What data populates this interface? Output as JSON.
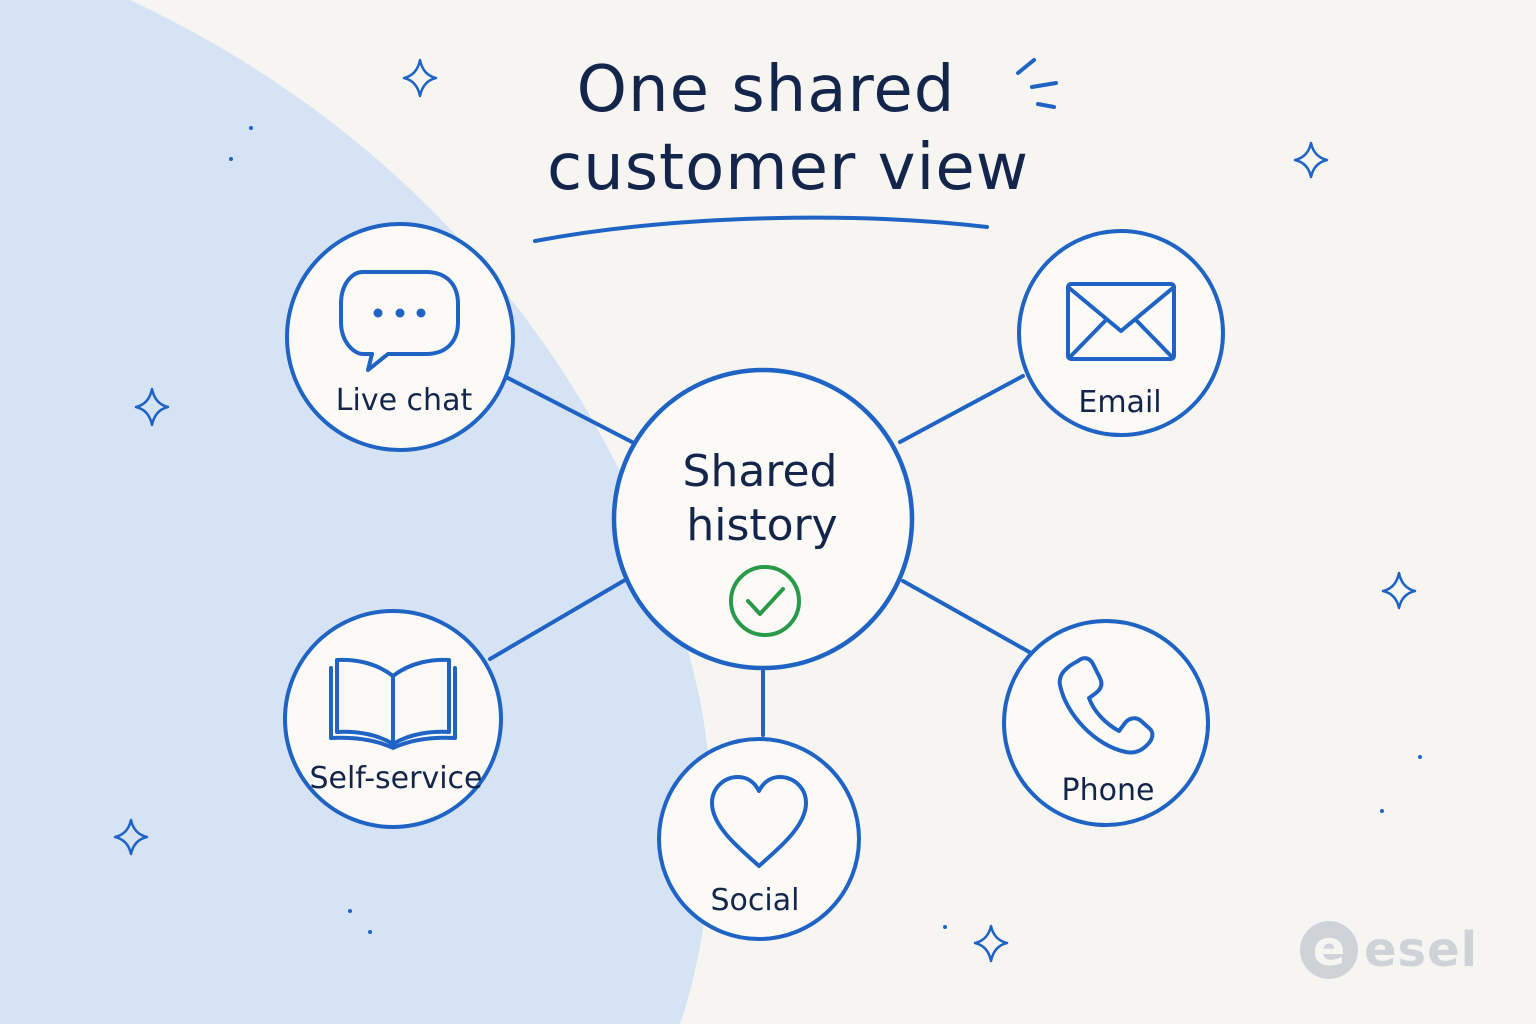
{
  "title": {
    "line1": "One shared",
    "line2": "customer view"
  },
  "hub": {
    "line1": "Shared",
    "line2": "history",
    "icon": "check-circle-icon"
  },
  "channels": [
    {
      "id": "live-chat",
      "label": "Live chat",
      "icon": "chat-bubble-icon"
    },
    {
      "id": "email",
      "label": "Email",
      "icon": "envelope-icon"
    },
    {
      "id": "self-service",
      "label": "Self-service",
      "icon": "open-book-icon"
    },
    {
      "id": "social",
      "label": "Social",
      "icon": "heart-icon"
    },
    {
      "id": "phone",
      "label": "Phone",
      "icon": "phone-icon"
    }
  ],
  "logo": {
    "mark": "e",
    "text": "esel"
  },
  "colors": {
    "background": "#f6f5f2",
    "blob": "#d6e3f4",
    "accent": "#1f63c4",
    "text": "#13254a",
    "check": "#2a9a4a",
    "logo": "#cfd3d9"
  }
}
